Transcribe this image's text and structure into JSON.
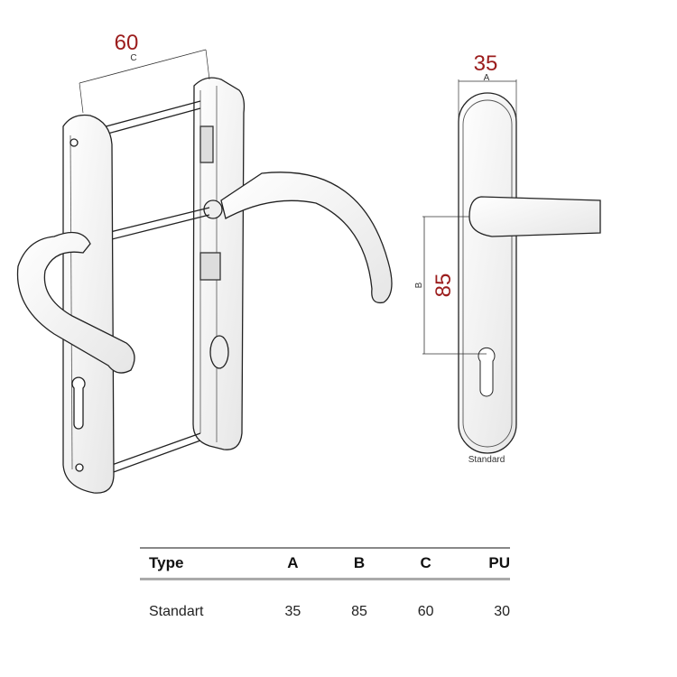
{
  "drawing": {
    "perspective_view": {
      "dimension_value": "60",
      "dimension_letter": "C"
    },
    "front_view": {
      "width_value": "35",
      "width_letter": "A",
      "distance_value": "85",
      "distance_letter": "B",
      "caption": "Standard"
    },
    "line_color": "#222222",
    "dimension_color": "#9b1c1c"
  },
  "table": {
    "headers": [
      "Type",
      "A",
      "B",
      "C",
      "PU"
    ],
    "rows": [
      [
        "Standart",
        "35",
        "85",
        "60",
        "30"
      ]
    ]
  }
}
